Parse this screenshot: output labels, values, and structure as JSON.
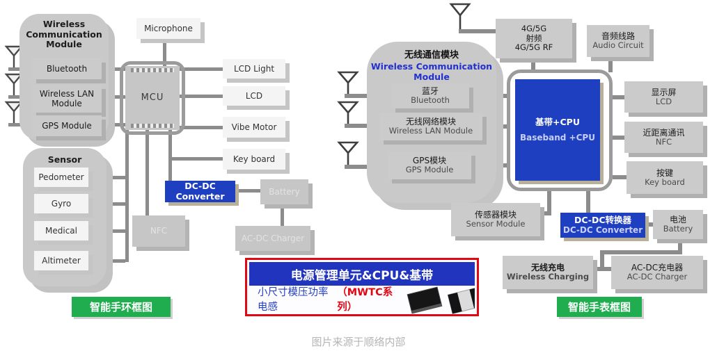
{
  "caption": "图片来源于顺络内部",
  "colors": {
    "accent_blue": "#1e3fc0",
    "green": "#1fad4f",
    "red": "#e30613",
    "line_grey": "#8c8c8c"
  },
  "bracelet": {
    "frame_label": "智能手环框图",
    "wireless_module": {
      "title": "Wireless\nCommunication\nModule",
      "items": [
        {
          "label": "Bluetooth"
        },
        {
          "label": "Wireless LAN\nModule"
        },
        {
          "label": "GPS Module"
        }
      ]
    },
    "microphone": "Microphone",
    "mcu": "MCU",
    "peripherals": [
      {
        "label": "LCD Light"
      },
      {
        "label": "LCD"
      },
      {
        "label": "Vibe Motor"
      },
      {
        "label": "Key board"
      }
    ],
    "sensor_module": {
      "title": "Sensor",
      "items": [
        {
          "label": "Pedometer"
        },
        {
          "label": "Gyro"
        },
        {
          "label": "Medical"
        },
        {
          "label": "Altimeter"
        }
      ]
    },
    "dcdc_converter": "DC-DC Converter",
    "nfc": "NFC",
    "battery": "Battery",
    "acdc_charger": "AC-DC Charger"
  },
  "watch": {
    "frame_label": "智能手表框图",
    "wireless_module": {
      "title_zh": "无线通信模块",
      "title_en": "Wireless Communication\nModule",
      "items": [
        {
          "zh": "蓝牙",
          "en": "Bluetooth"
        },
        {
          "zh": "无线网络模块",
          "en": "Wireless LAN Module"
        },
        {
          "zh": "GPS模块",
          "en": "GPS Module"
        }
      ]
    },
    "rf_4g5g": "4G/5G\n射频\n4G/5G RF",
    "audio": {
      "zh": "音频线路",
      "en": "Audio Circuit"
    },
    "baseband": {
      "zh": "基带+CPU",
      "en": "Baseband +CPU"
    },
    "lcd": {
      "zh": "显示屏",
      "en": "LCD"
    },
    "nfc": {
      "zh": "近距离通讯",
      "en": "NFC"
    },
    "keyboard": {
      "zh": "按键",
      "en": "Key board"
    },
    "sensor": {
      "zh": "传感器模块",
      "en": "Sensor Module"
    },
    "dcdc_converter": {
      "zh": "DC-DC转换器",
      "en": "DC-DC Converter"
    },
    "battery": {
      "zh": "电池",
      "en": "Battery"
    },
    "wireless_charging": {
      "zh": "无线充电",
      "en": "Wireless Charging"
    },
    "acdc_charger": {
      "zh": "AC-DC充电器",
      "en": "AC-DC Charger"
    }
  },
  "promo": {
    "header": "电源管理单元&CPU&基带",
    "body_main": "小尺寸模压功率电感",
    "body_series": "（MWTC系列）"
  }
}
